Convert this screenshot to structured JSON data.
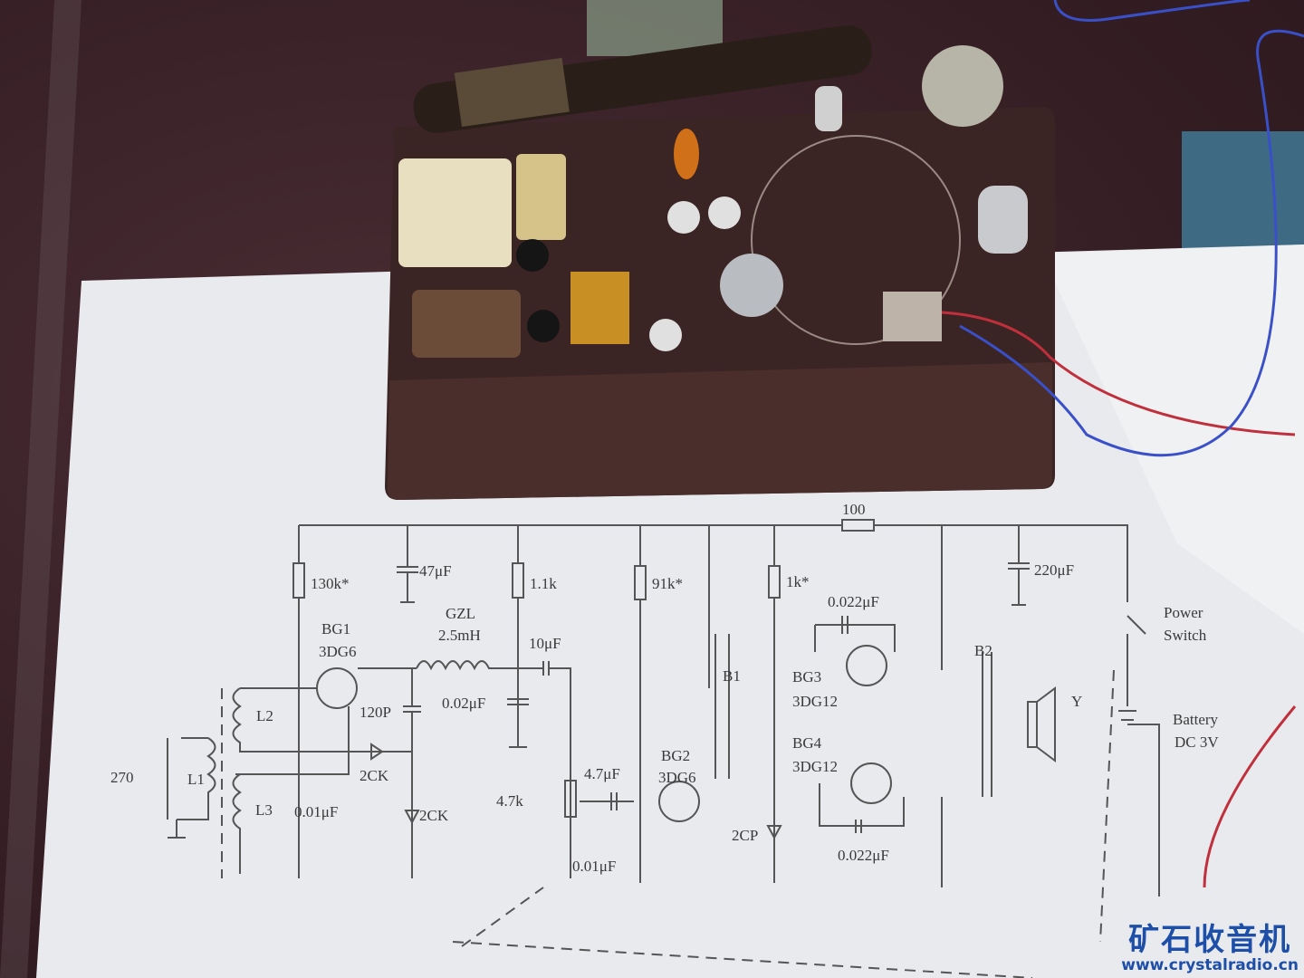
{
  "schematic": {
    "r_100": "100",
    "r_130k": "130k*",
    "c_47uF": "47μF",
    "r_1_1k": "1.1k",
    "r_91k": "91k*",
    "r_1k": "1k*",
    "c_220uF": "220μF",
    "power_switch_1": "Power",
    "power_switch_2": "Switch",
    "battery_1": "Battery",
    "battery_2": "DC 3V",
    "bg1_name": "BG1",
    "bg1_type": "3DG6",
    "gzl_name": "GZL",
    "gzl_value": "2.5mH",
    "c_10uF": "10μF",
    "c_120P": "120P",
    "c_0_02uF": "0.02μF",
    "l2": "L2",
    "c_270": "270",
    "l1": "L1",
    "d_2ck_a": "2CK",
    "l3": "L3",
    "c_0_01uF_a": "0.01μF",
    "d_2ck_b": "2CK",
    "pot_4_7k": "4.7k",
    "c_4_7uF": "4.7μF",
    "bg2_name": "BG2",
    "bg2_type": "3DG6",
    "c_0_01uF_b": "0.01μF",
    "b1": "B1",
    "b2": "B2",
    "c_0_022uF_top": "0.022μF",
    "bg3_name": "BG3",
    "bg3_type": "3DG12",
    "bg4_name": "BG4",
    "bg4_type": "3DG12",
    "d_2cp": "2CP",
    "c_0_022uF_bottom": "0.022μF",
    "speaker": "Y"
  },
  "watermark": {
    "title": "矿石收音机",
    "url": "www.crystalradio.cn"
  }
}
